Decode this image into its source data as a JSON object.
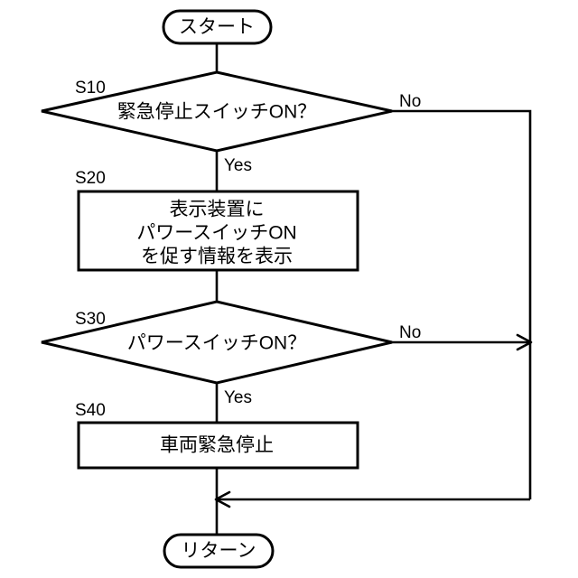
{
  "diagram": {
    "title": "",
    "background_color": "#ffffff",
    "line_color": "#000000",
    "nodes": {
      "start": {
        "type": "terminal",
        "label": "スタート"
      },
      "s10": {
        "type": "decision",
        "step_label": "S10",
        "label": "緊急停止スイッチON？"
      },
      "s20": {
        "type": "process",
        "step_label": "S20",
        "line1": "表示装置に",
        "line2": "パワースイッチON",
        "line3": "を促す情報を表示"
      },
      "s30": {
        "type": "decision",
        "step_label": "S30",
        "label": "パワースイッチON？"
      },
      "s40": {
        "type": "process",
        "step_label": "S40",
        "label": "車両緊急停止"
      },
      "return": {
        "type": "terminal",
        "label": "リターン"
      }
    },
    "edges": {
      "s10_no": "No",
      "s10_yes": "Yes",
      "s30_no": "No",
      "s30_yes": "Yes"
    }
  }
}
